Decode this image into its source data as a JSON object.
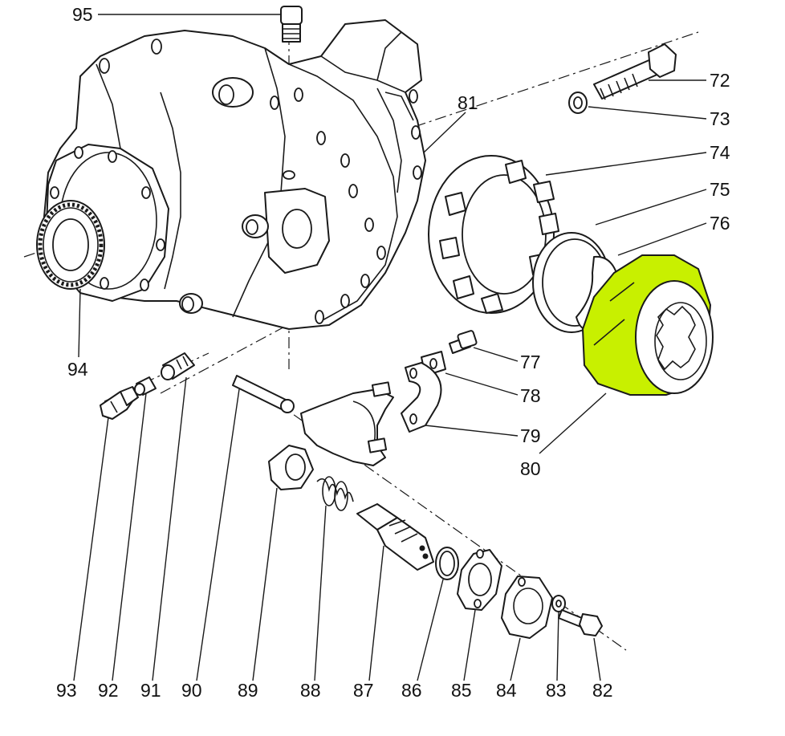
{
  "highlight_color": "#c8f000",
  "highlighted_part": "80",
  "callouts": [
    {
      "id": "c72",
      "text": "72"
    },
    {
      "id": "c73",
      "text": "73"
    },
    {
      "id": "c74",
      "text": "74"
    },
    {
      "id": "c75",
      "text": "75"
    },
    {
      "id": "c76",
      "text": "76"
    },
    {
      "id": "c77",
      "text": "77"
    },
    {
      "id": "c78",
      "text": "78"
    },
    {
      "id": "c79",
      "text": "79"
    },
    {
      "id": "c80",
      "text": "80"
    },
    {
      "id": "c81",
      "text": "81"
    },
    {
      "id": "c82",
      "text": "82"
    },
    {
      "id": "c83",
      "text": "83"
    },
    {
      "id": "c84",
      "text": "84"
    },
    {
      "id": "c85",
      "text": "85"
    },
    {
      "id": "c86",
      "text": "86"
    },
    {
      "id": "c87",
      "text": "87"
    },
    {
      "id": "c88",
      "text": "88"
    },
    {
      "id": "c89",
      "text": "89"
    },
    {
      "id": "c90",
      "text": "90"
    },
    {
      "id": "c91",
      "text": "91"
    },
    {
      "id": "c92",
      "text": "92"
    },
    {
      "id": "c93",
      "text": "93"
    },
    {
      "id": "c94",
      "text": "94"
    },
    {
      "id": "c95",
      "text": "95"
    }
  ]
}
